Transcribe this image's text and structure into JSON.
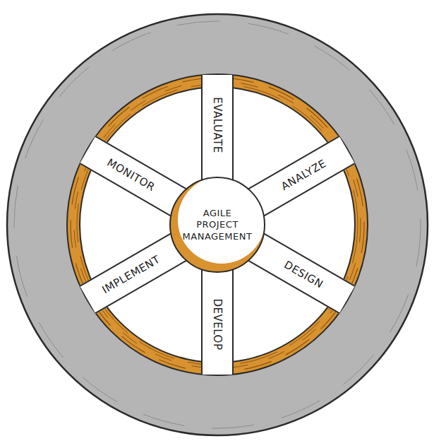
{
  "diagram": {
    "nodes": [
      {
        "text": [
          "AGILE PROJECT MANAGEMENT"
        ]
      },
      {
        "text": [
          "EVALUATE"
        ]
      },
      {
        "text": [
          "ANALYZE"
        ]
      },
      {
        "text": [
          "DESIGN"
        ]
      },
      {
        "text": [
          "DEVELOP"
        ]
      },
      {
        "text": [
          "IMPLEMENT"
        ]
      },
      {
        "text": [
          "MONITOR"
        ]
      }
    ]
  }
}
